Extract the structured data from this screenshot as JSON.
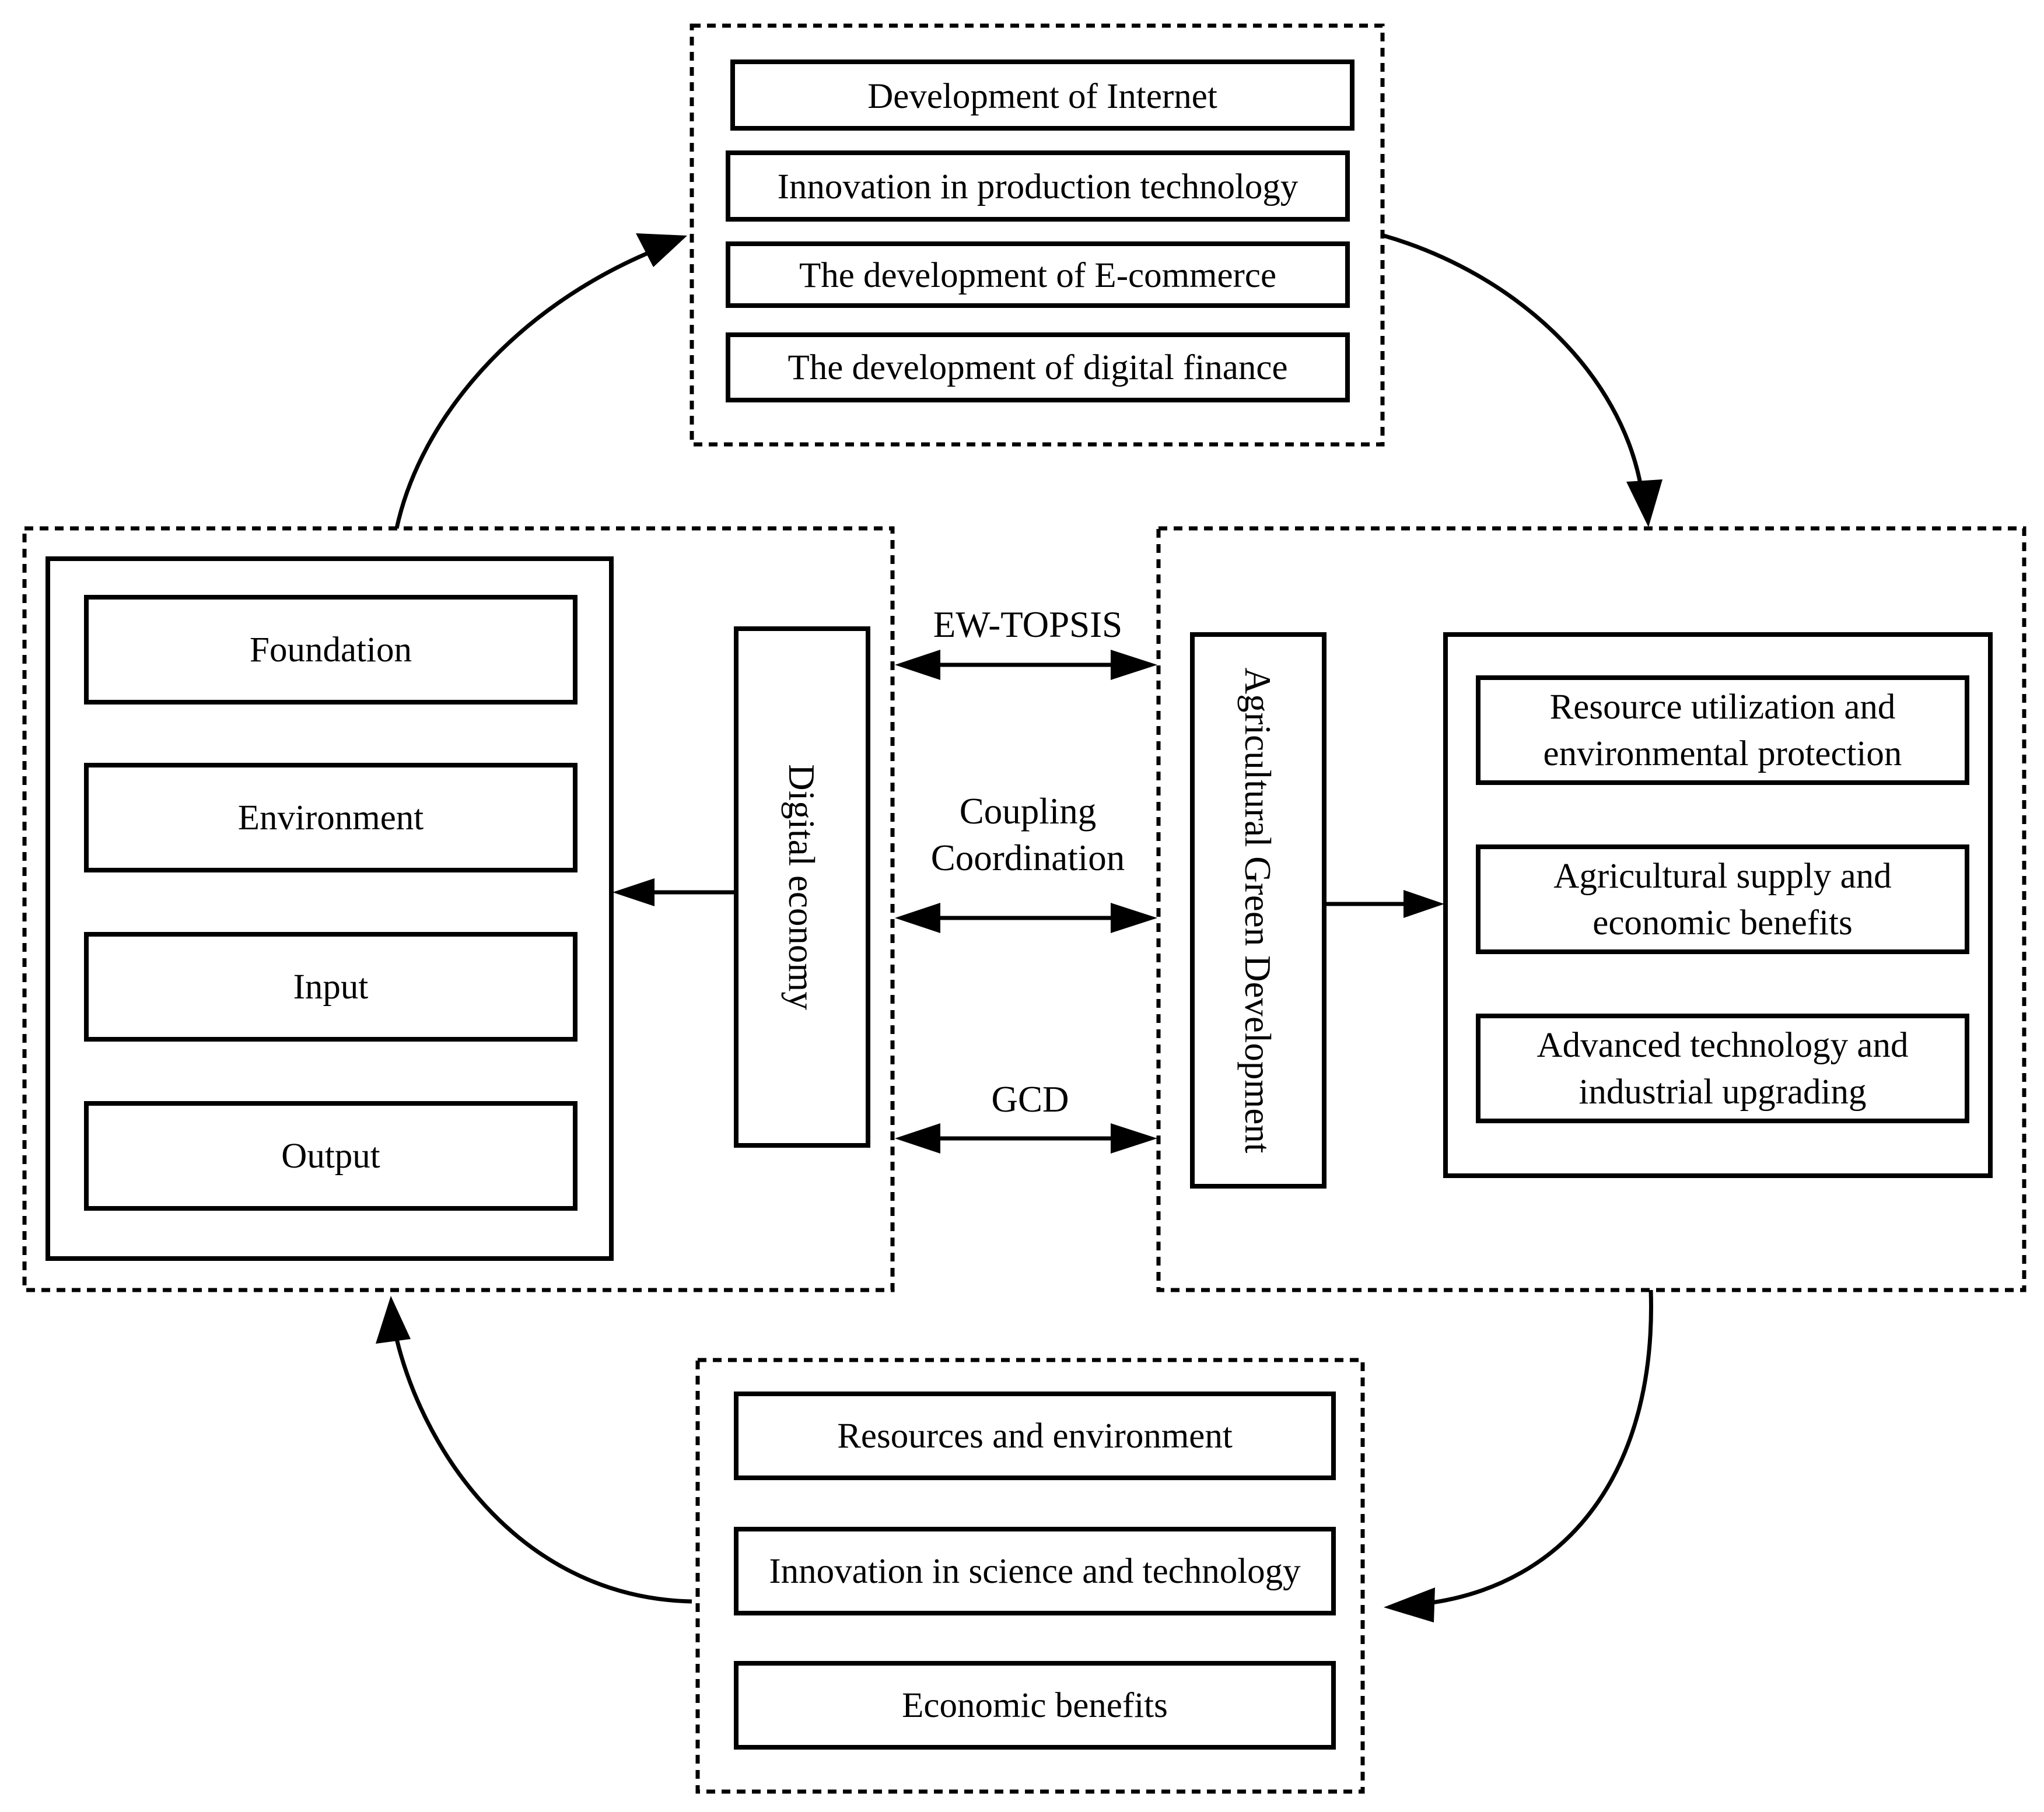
{
  "top_group": {
    "items": [
      "Development of Internet",
      "Innovation in production technology",
      "The development of E-commerce",
      "The development of digital finance"
    ]
  },
  "left_group": {
    "items": [
      "Foundation",
      "Environment",
      "Input",
      "Output"
    ],
    "axis_label": "Digital economy"
  },
  "right_group": {
    "axis_label": "Agricultural Green Development",
    "items": [
      [
        "Resource utilization and",
        "environmental protection"
      ],
      [
        "Agricultural supply and",
        "economic benefits"
      ],
      [
        "Advanced technology and",
        "industrial upgrading"
      ]
    ]
  },
  "methods": {
    "ew_topsis": "EW-TOPSIS",
    "coupling_line1": "Coupling",
    "coupling_line2": "Coordination",
    "gcd": "GCD"
  },
  "bottom_group": {
    "items": [
      "Resources and environment",
      "Innovation in science and technology",
      "Economic benefits"
    ]
  }
}
